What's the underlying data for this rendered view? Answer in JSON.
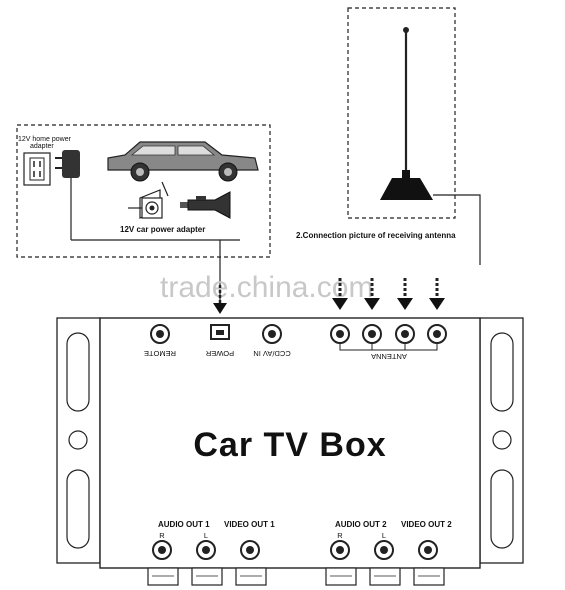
{
  "watermark": "trade.china.com",
  "power_box": {
    "home_adapter_label_line1": "12V home power",
    "home_adapter_label_line2": "adapter",
    "car_adapter_label": "12V car power adapter"
  },
  "antenna_box": {
    "caption": "2.Connection picture of receiving antenna"
  },
  "device": {
    "title": "Car TV Box",
    "top_ports": {
      "remote": "REMOTE",
      "power": "POWER",
      "ccd_av_in": "CCD/AV IN",
      "antenna": "ANTENNA"
    },
    "bottom_ports": {
      "audio_out_1": "AUDIO OUT 1",
      "video_out_1": "VIDEO OUT 1",
      "audio_out_2": "AUDIO OUT 2",
      "video_out_2": "VIDEO OUT 2",
      "r1": "R",
      "l1": "L",
      "r2": "R",
      "l2": "L"
    }
  }
}
